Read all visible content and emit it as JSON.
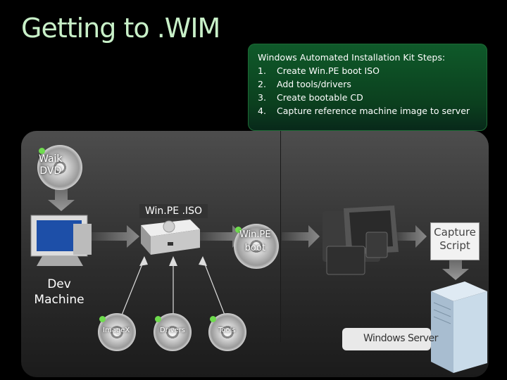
{
  "title": "Getting to .WIM",
  "steps": {
    "heading": "Windows Automated Installation Kit Steps:",
    "items": [
      {
        "num": "1.",
        "text": "Create Win.PE boot ISO"
      },
      {
        "num": "2.",
        "text": "Add tools/drivers"
      },
      {
        "num": "3.",
        "text": "Create bootable CD"
      },
      {
        "num": "4.",
        "text": "Capture reference machine image to server"
      }
    ]
  },
  "diagram": {
    "waik_dvd": "Waik\nDVD",
    "winpe_iso": "Win.PE .ISO",
    "winpe_boot": "Win.PE\nboot",
    "dev_machine": "Dev\nMachine",
    "capture_script": "Capture\nScript",
    "imagex": "ImageX",
    "drivers": "Drivers",
    "tools": "Tools",
    "windows_server": "Windows Server"
  },
  "colors": {
    "accent_green": "#6fdc4e",
    "steps_bg": "#0b4a22"
  }
}
